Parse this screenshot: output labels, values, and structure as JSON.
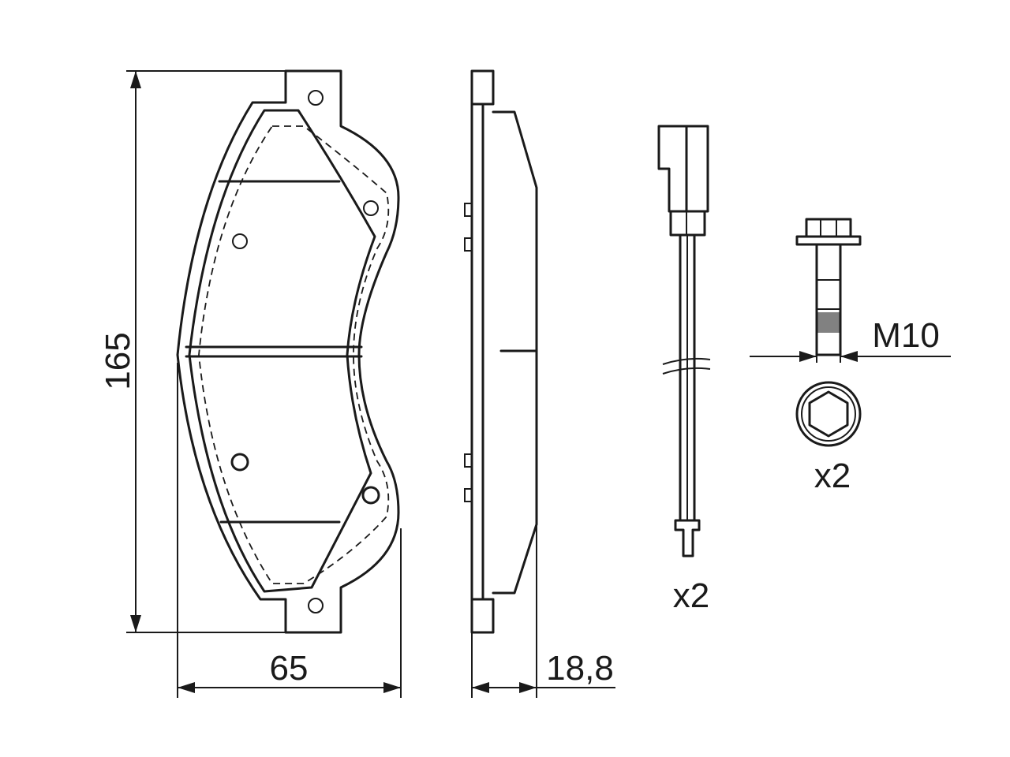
{
  "dimensions": {
    "height": "165",
    "width": "65",
    "thickness": "18,8",
    "thread": "M10"
  },
  "quantities": {
    "wear_sensor": "x2",
    "bolt": "x2"
  },
  "colors": {
    "line": "#1a1a1a",
    "background": "#ffffff"
  }
}
